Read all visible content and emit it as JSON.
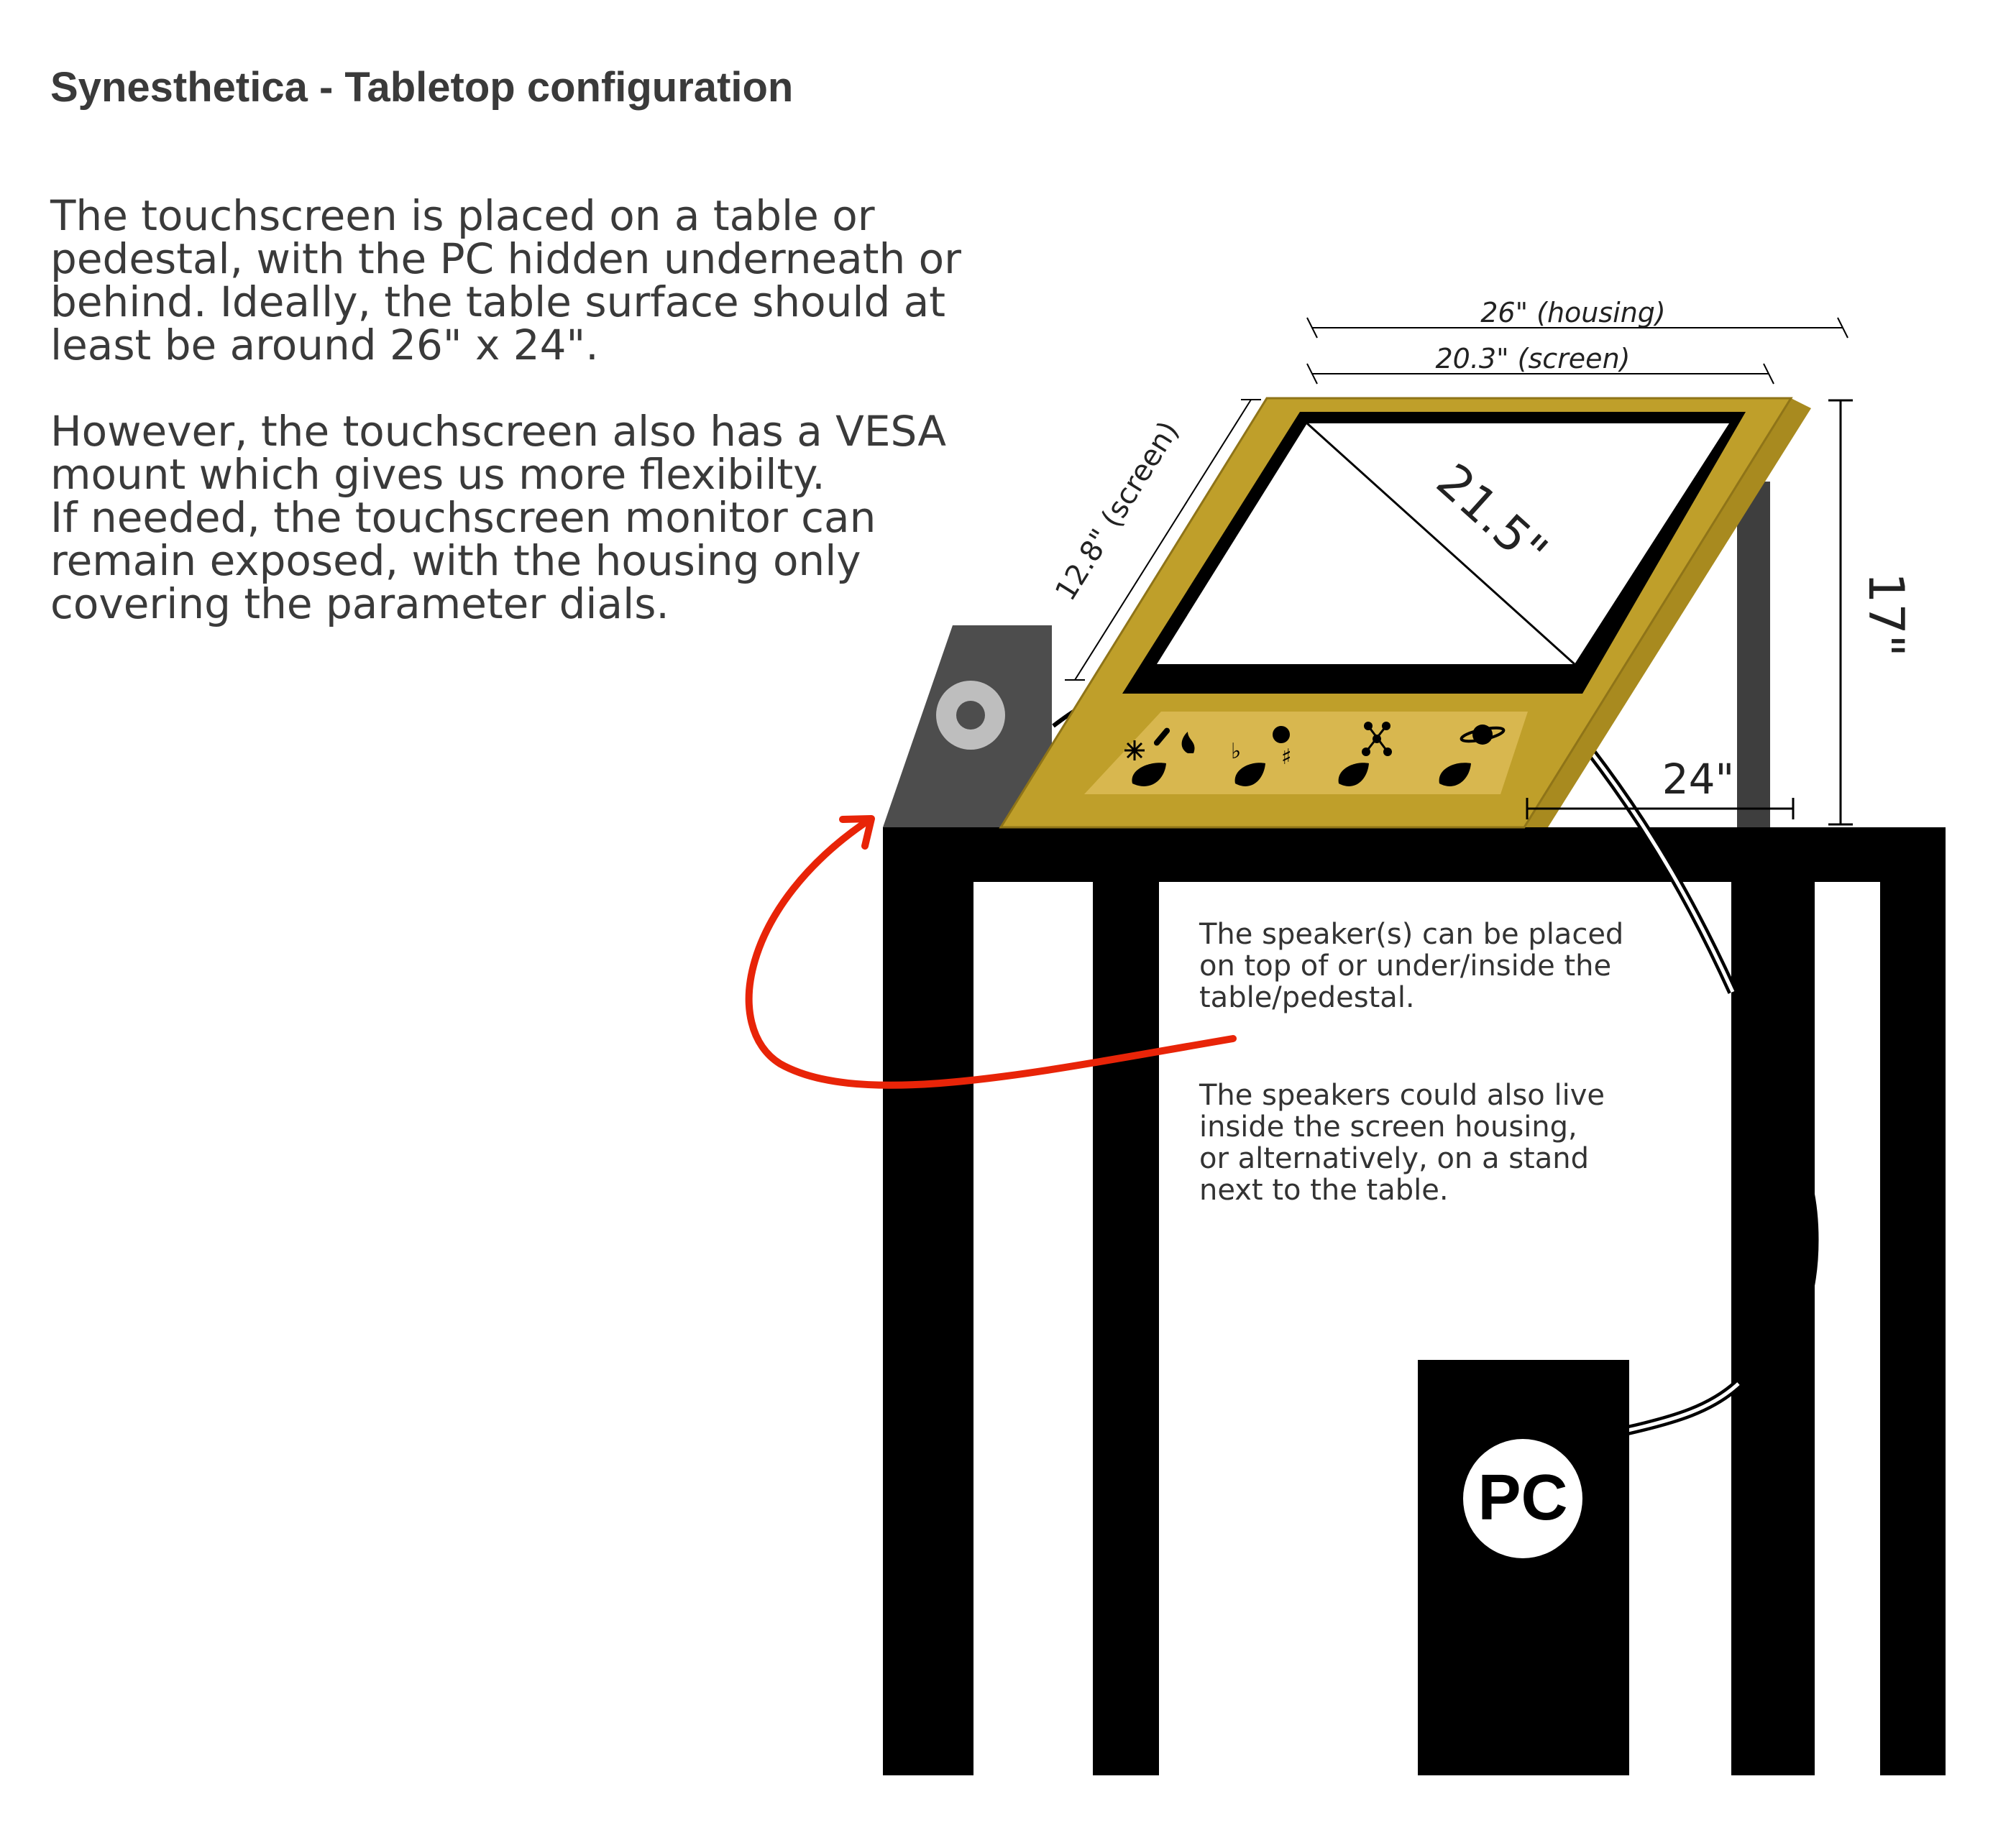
{
  "title": "Synesthetica - Tabletop configuration",
  "intro": {
    "paragraph1_lines": [
      "The touchscreen is placed on a table or",
      "pedestal, with the PC hidden underneath or",
      "behind. Ideally, the table surface should at",
      "least be around 26\" x 24\"."
    ],
    "paragraph2_lines": [
      "However, the touchscreen also has a VESA",
      "mount which gives us more flexibilty.",
      "If needed, the touchscreen monitor can",
      "remain exposed, with the housing only",
      "covering the parameter dials."
    ]
  },
  "notes": {
    "speaker_placement_lines": [
      "The speaker(s) can be placed",
      "on top of or under/inside the",
      "table/pedestal."
    ],
    "speaker_alternative_lines": [
      "The speakers could also live",
      "inside the screen housing,",
      "or alternatively, on a stand",
      "next to the table."
    ]
  },
  "dimensions": {
    "housing_width": "26\" (housing)",
    "screen_width": "20.3\" (screen)",
    "screen_height": "12.8\" (screen)",
    "screen_diagonal": "21.5\"",
    "height": "17\"",
    "depth": "24\""
  },
  "labels": {
    "pc": "PC"
  },
  "colors": {
    "housing": "#bf9f2a",
    "dial_panel": "#d8b74f",
    "speaker": "#4d4d4d",
    "speaker_ring": "#bebebe",
    "table": "#000000",
    "arrow": "#e82408",
    "text": "#3a3a3a"
  },
  "icons": [
    "snowflake-icon",
    "thermometer-icon",
    "flame-icon",
    "palette-icon",
    "flat-icon",
    "sharp-icon",
    "molecule-icon",
    "planet-icon",
    "leaf-icon"
  ]
}
